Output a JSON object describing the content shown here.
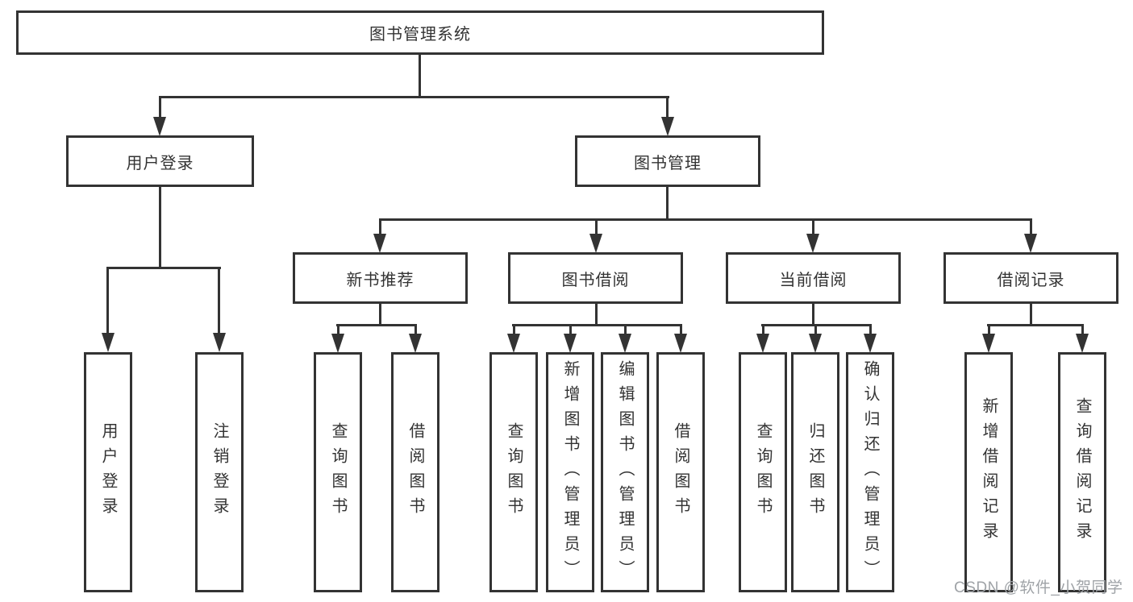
{
  "diagram": {
    "root": {
      "label": "图书管理系统"
    },
    "level2": [
      {
        "label": "用户登录",
        "children": [
          {
            "label": "用户登录"
          },
          {
            "label": "注销登录"
          }
        ]
      },
      {
        "label": "图书管理",
        "sections": [
          {
            "label": "新书推荐",
            "children": [
              {
                "label": "查询图书"
              },
              {
                "label": "借阅图书"
              }
            ]
          },
          {
            "label": "图书借阅",
            "children": [
              {
                "label": "查询图书"
              },
              {
                "label": "新增图书（管理员）"
              },
              {
                "label": "编辑图书（管理员）"
              },
              {
                "label": "借阅图书"
              }
            ]
          },
          {
            "label": "当前借阅",
            "children": [
              {
                "label": "查询图书"
              },
              {
                "label": "归还图书"
              },
              {
                "label": "确认归还（管理员）"
              }
            ]
          },
          {
            "label": "借阅记录",
            "children": [
              {
                "label": "新增借阅记录"
              },
              {
                "label": "查询借阅记录"
              }
            ]
          }
        ]
      }
    ]
  },
  "watermark": {
    "text": "CSDN @软件_小贺同学"
  },
  "colors": {
    "line": "#333333",
    "text": "#333333",
    "watermark": "#9fa3a7",
    "background": "#ffffff"
  }
}
